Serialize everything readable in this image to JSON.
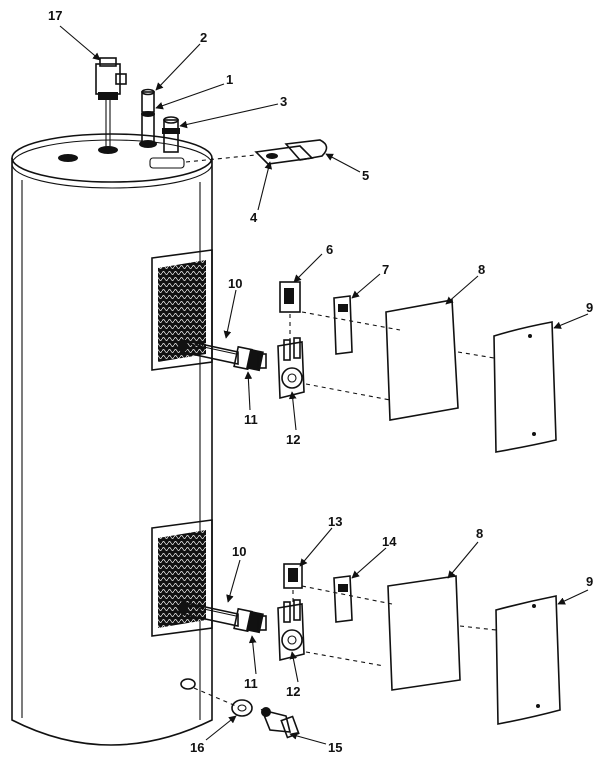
{
  "diagram": {
    "callouts": [
      {
        "id": "c17",
        "text": "17"
      },
      {
        "id": "c2",
        "text": "2"
      },
      {
        "id": "c1",
        "text": "1"
      },
      {
        "id": "c3",
        "text": "3"
      },
      {
        "id": "c5",
        "text": "5"
      },
      {
        "id": "c4",
        "text": "4"
      },
      {
        "id": "c6",
        "text": "6"
      },
      {
        "id": "c7",
        "text": "7"
      },
      {
        "id": "c8a",
        "text": "8"
      },
      {
        "id": "c9a",
        "text": "9"
      },
      {
        "id": "c10a",
        "text": "10"
      },
      {
        "id": "c11a",
        "text": "11"
      },
      {
        "id": "c12a",
        "text": "12"
      },
      {
        "id": "c13",
        "text": "13"
      },
      {
        "id": "c14",
        "text": "14"
      },
      {
        "id": "c8b",
        "text": "8"
      },
      {
        "id": "c9b",
        "text": "9"
      },
      {
        "id": "c10b",
        "text": "10"
      },
      {
        "id": "c11b",
        "text": "11"
      },
      {
        "id": "c12b",
        "text": "12"
      },
      {
        "id": "c16",
        "text": "16"
      },
      {
        "id": "c15",
        "text": "15"
      }
    ]
  }
}
